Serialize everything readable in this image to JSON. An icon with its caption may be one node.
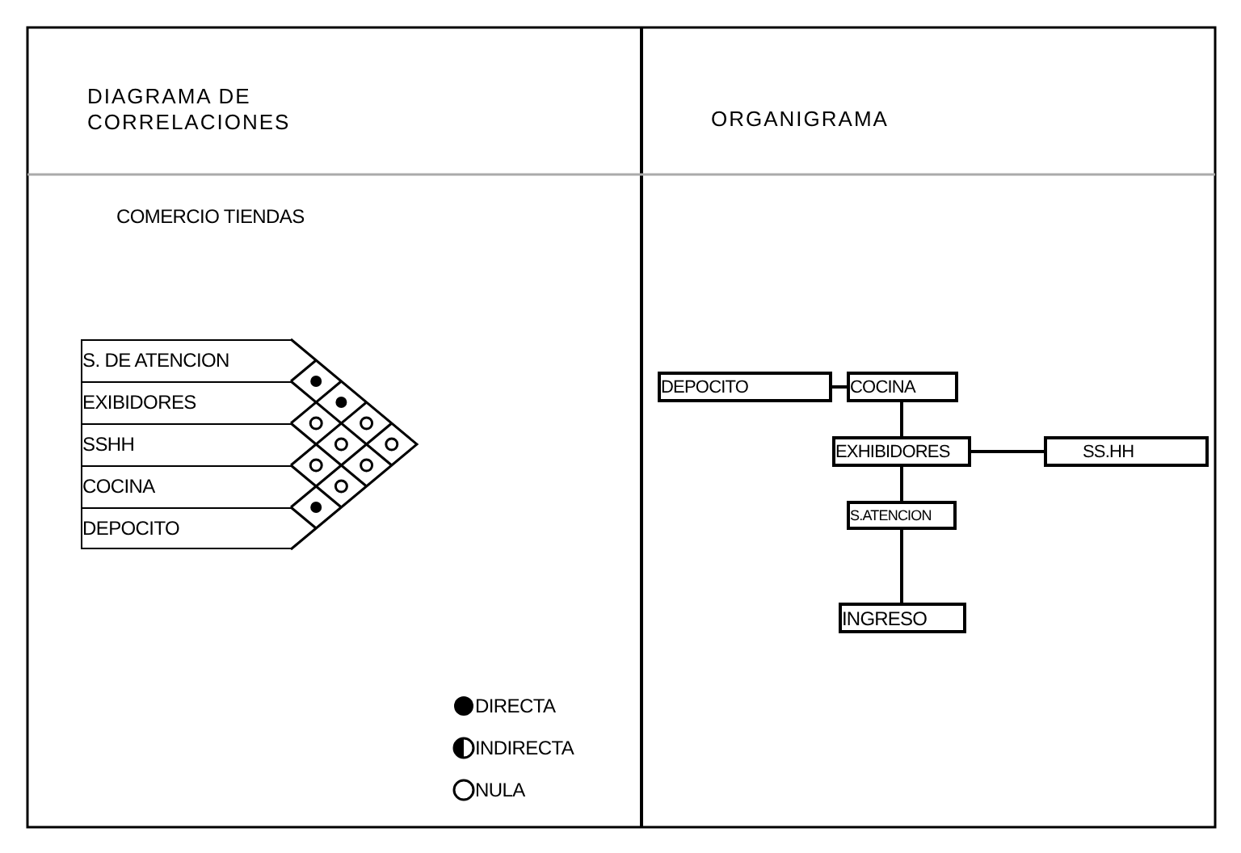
{
  "diagram": {
    "nodes": [
      {
        "text": [
          "S. DE ATENCION"
        ]
      },
      {
        "text": [
          "EXIBIDORES"
        ]
      },
      {
        "text": [
          "SSHH"
        ]
      },
      {
        "text": [
          "COCINA"
        ]
      },
      {
        "text": [
          "DEPOCITO"
        ]
      },
      {
        "text": [
          "DEPOCITO"
        ]
      },
      {
        "text": [
          "COCINA"
        ]
      },
      {
        "text": [
          "EXHIBIDORES"
        ]
      },
      {
        "text": [
          "SS.HH"
        ]
      },
      {
        "text": [
          "S.ATENCION"
        ]
      },
      {
        "text": [
          "INGRESO"
        ]
      }
    ],
    "edges": [
      {
        "from": 5,
        "to": 6,
        "arrow": "none"
      },
      {
        "from": 6,
        "to": 7,
        "arrow": "none"
      },
      {
        "from": 7,
        "to": 8,
        "arrow": "none"
      },
      {
        "from": 7,
        "to": 9,
        "arrow": "none"
      },
      {
        "from": 9,
        "to": 10,
        "arrow": "none"
      }
    ],
    "labels": [
      "DIAGRAMA DE CORRELACIONES",
      "ORGANIGRAMA",
      "COMERCIO TIENDAS"
    ],
    "legend": [
      {
        "text": "DIRECTA"
      },
      {
        "text": "INDIRECTA"
      },
      {
        "text": "NULA"
      }
    ]
  }
}
